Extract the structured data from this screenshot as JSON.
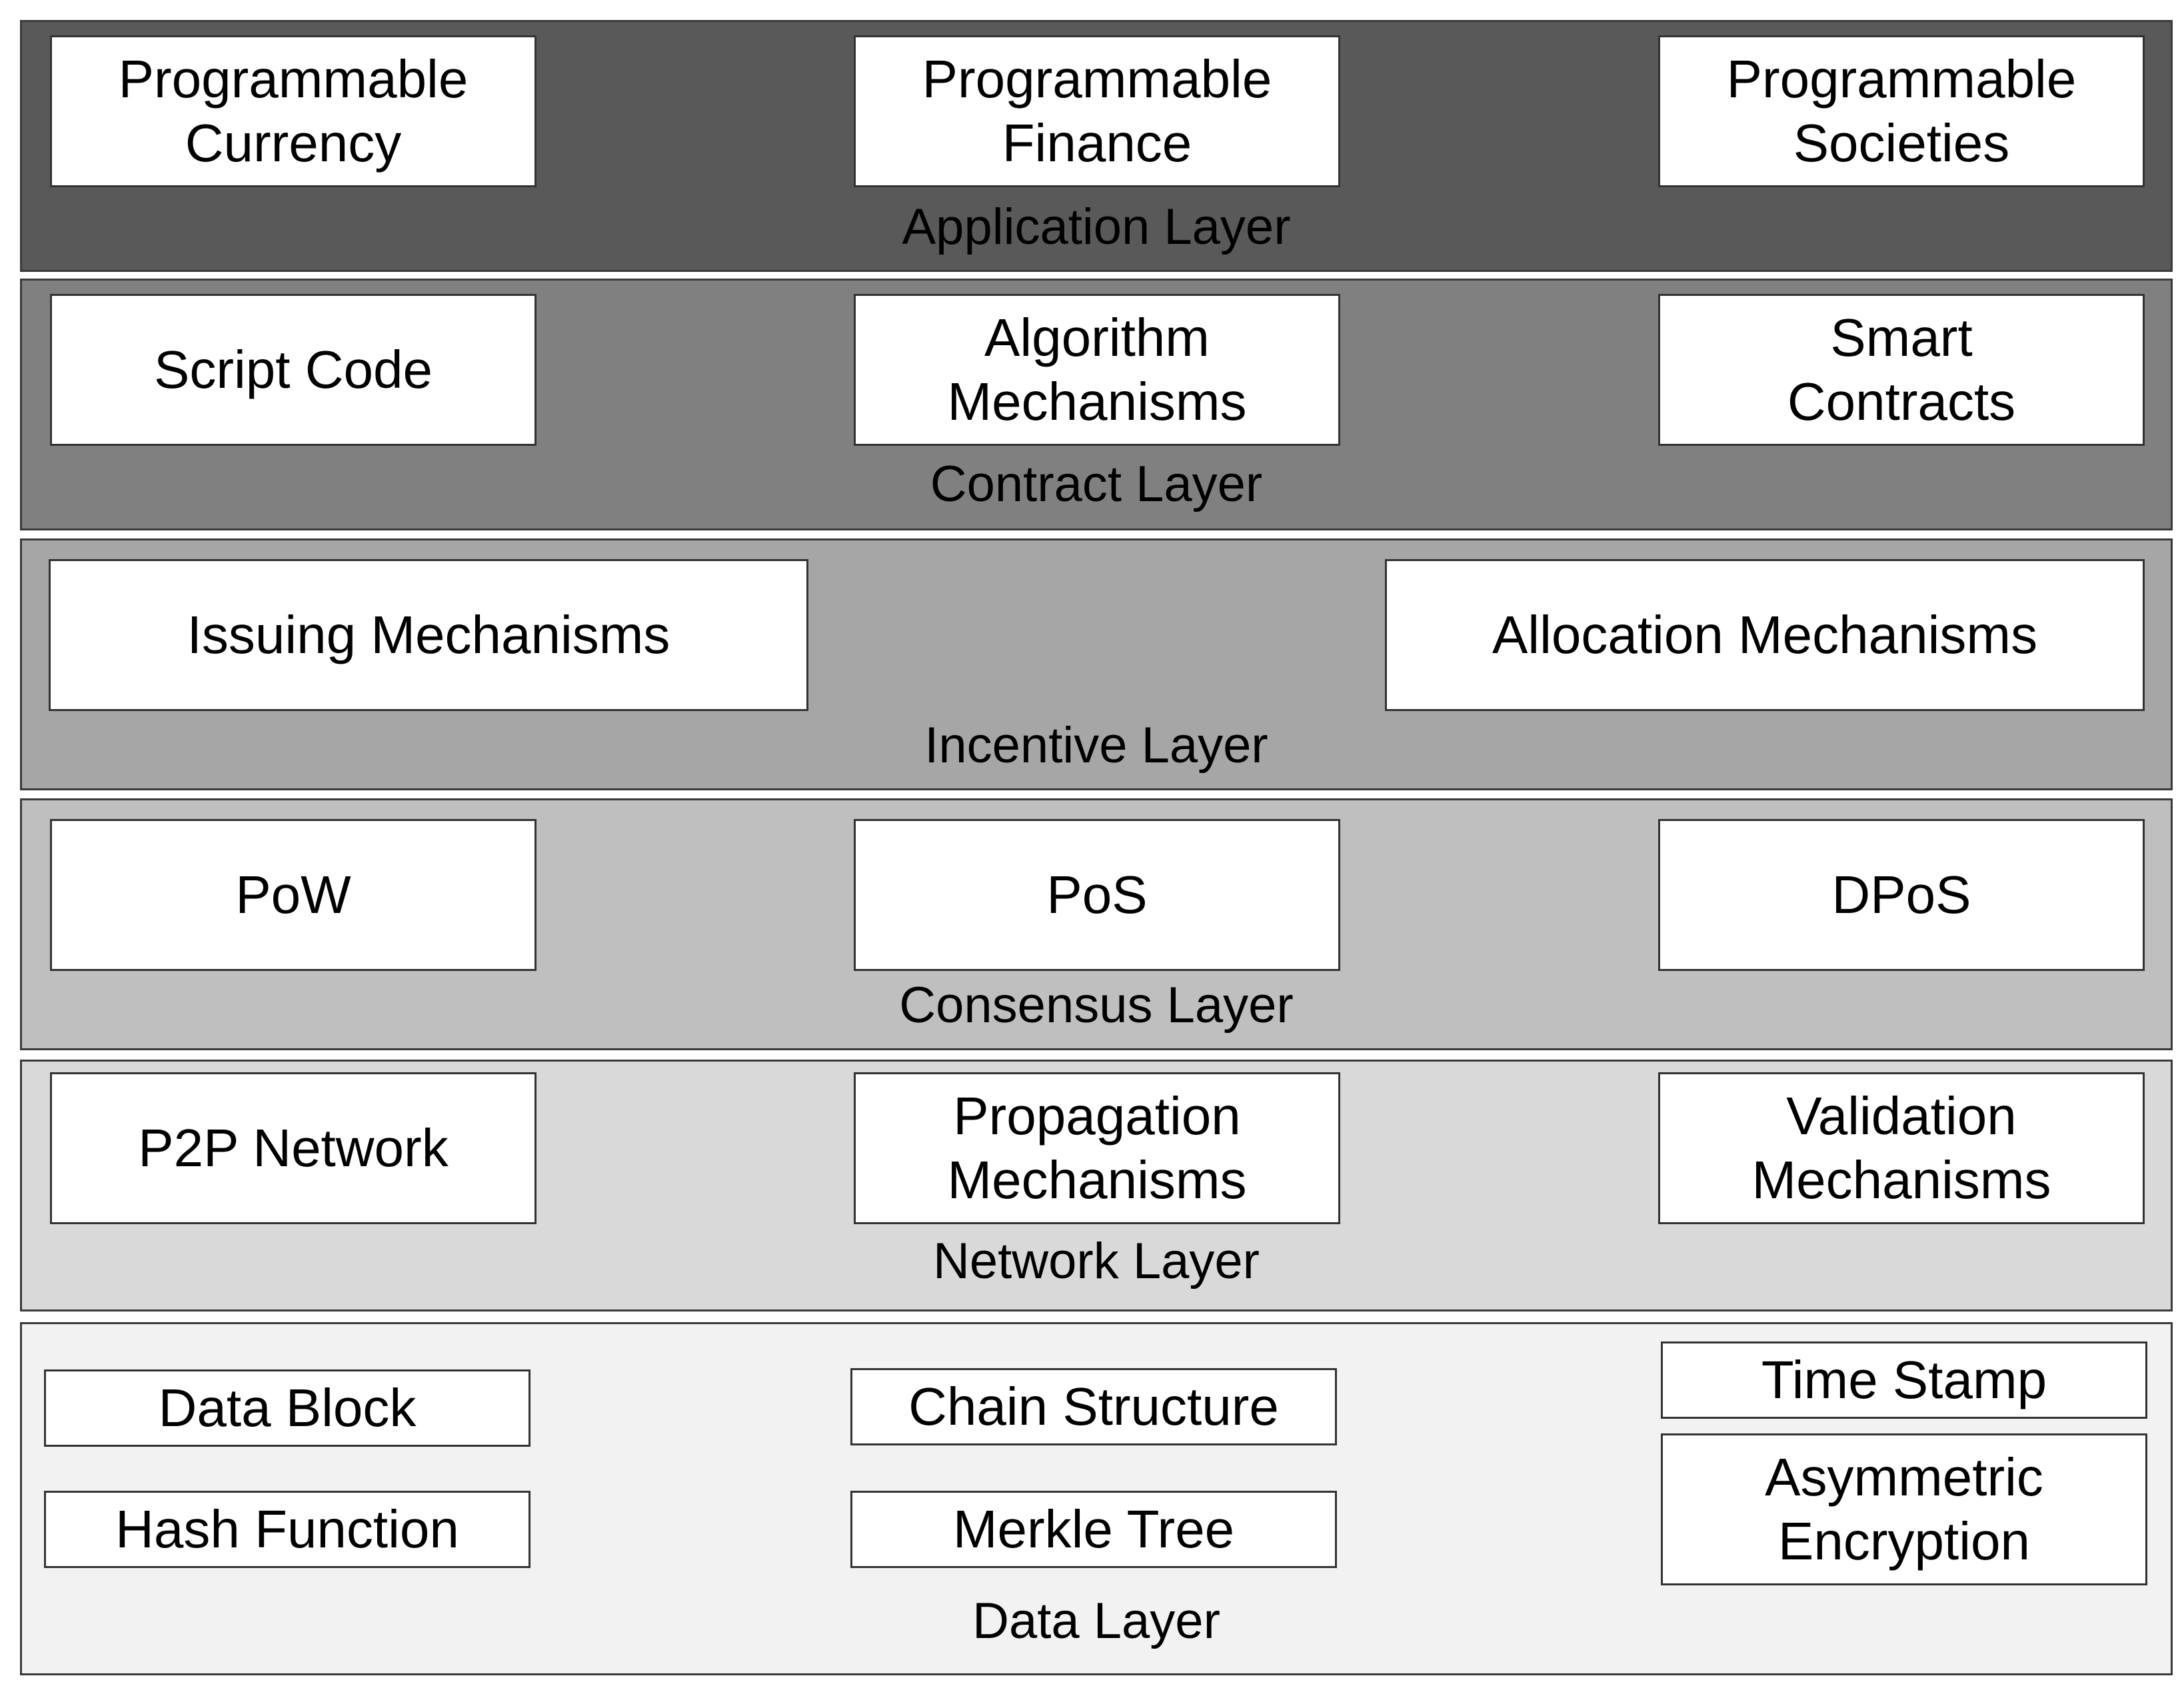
{
  "colors": {
    "application": "#595959",
    "contract": "#808080",
    "incentive": "#a6a6a6",
    "consensus": "#bfbfbf",
    "network": "#d9d9d9",
    "data": "#f2f2f2",
    "box_fill": "#ffffff",
    "border": "#333333"
  },
  "layers": {
    "application": {
      "label": "Application Layer",
      "boxes": [
        "Programmable\nCurrency",
        "Programmable\nFinance",
        "Programmable\nSocieties"
      ]
    },
    "contract": {
      "label": "Contract Layer",
      "boxes": [
        "Script Code",
        "Algorithm\nMechanisms",
        "Smart\nContracts"
      ]
    },
    "incentive": {
      "label": "Incentive Layer",
      "boxes": [
        "Issuing Mechanisms",
        "Allocation Mechanisms"
      ]
    },
    "consensus": {
      "label": "Consensus Layer",
      "boxes": [
        "PoW",
        "PoS",
        "DPoS"
      ]
    },
    "network": {
      "label": "Network Layer",
      "boxes": [
        "P2P Network",
        "Propagation\nMechanisms",
        "Validation\nMechanisms"
      ]
    },
    "data": {
      "label": "Data Layer",
      "boxes": [
        "Data Block",
        "Hash Function",
        "Chain Structure",
        "Merkle Tree",
        "Time Stamp",
        "Asymmetric\nEncryption"
      ]
    }
  }
}
